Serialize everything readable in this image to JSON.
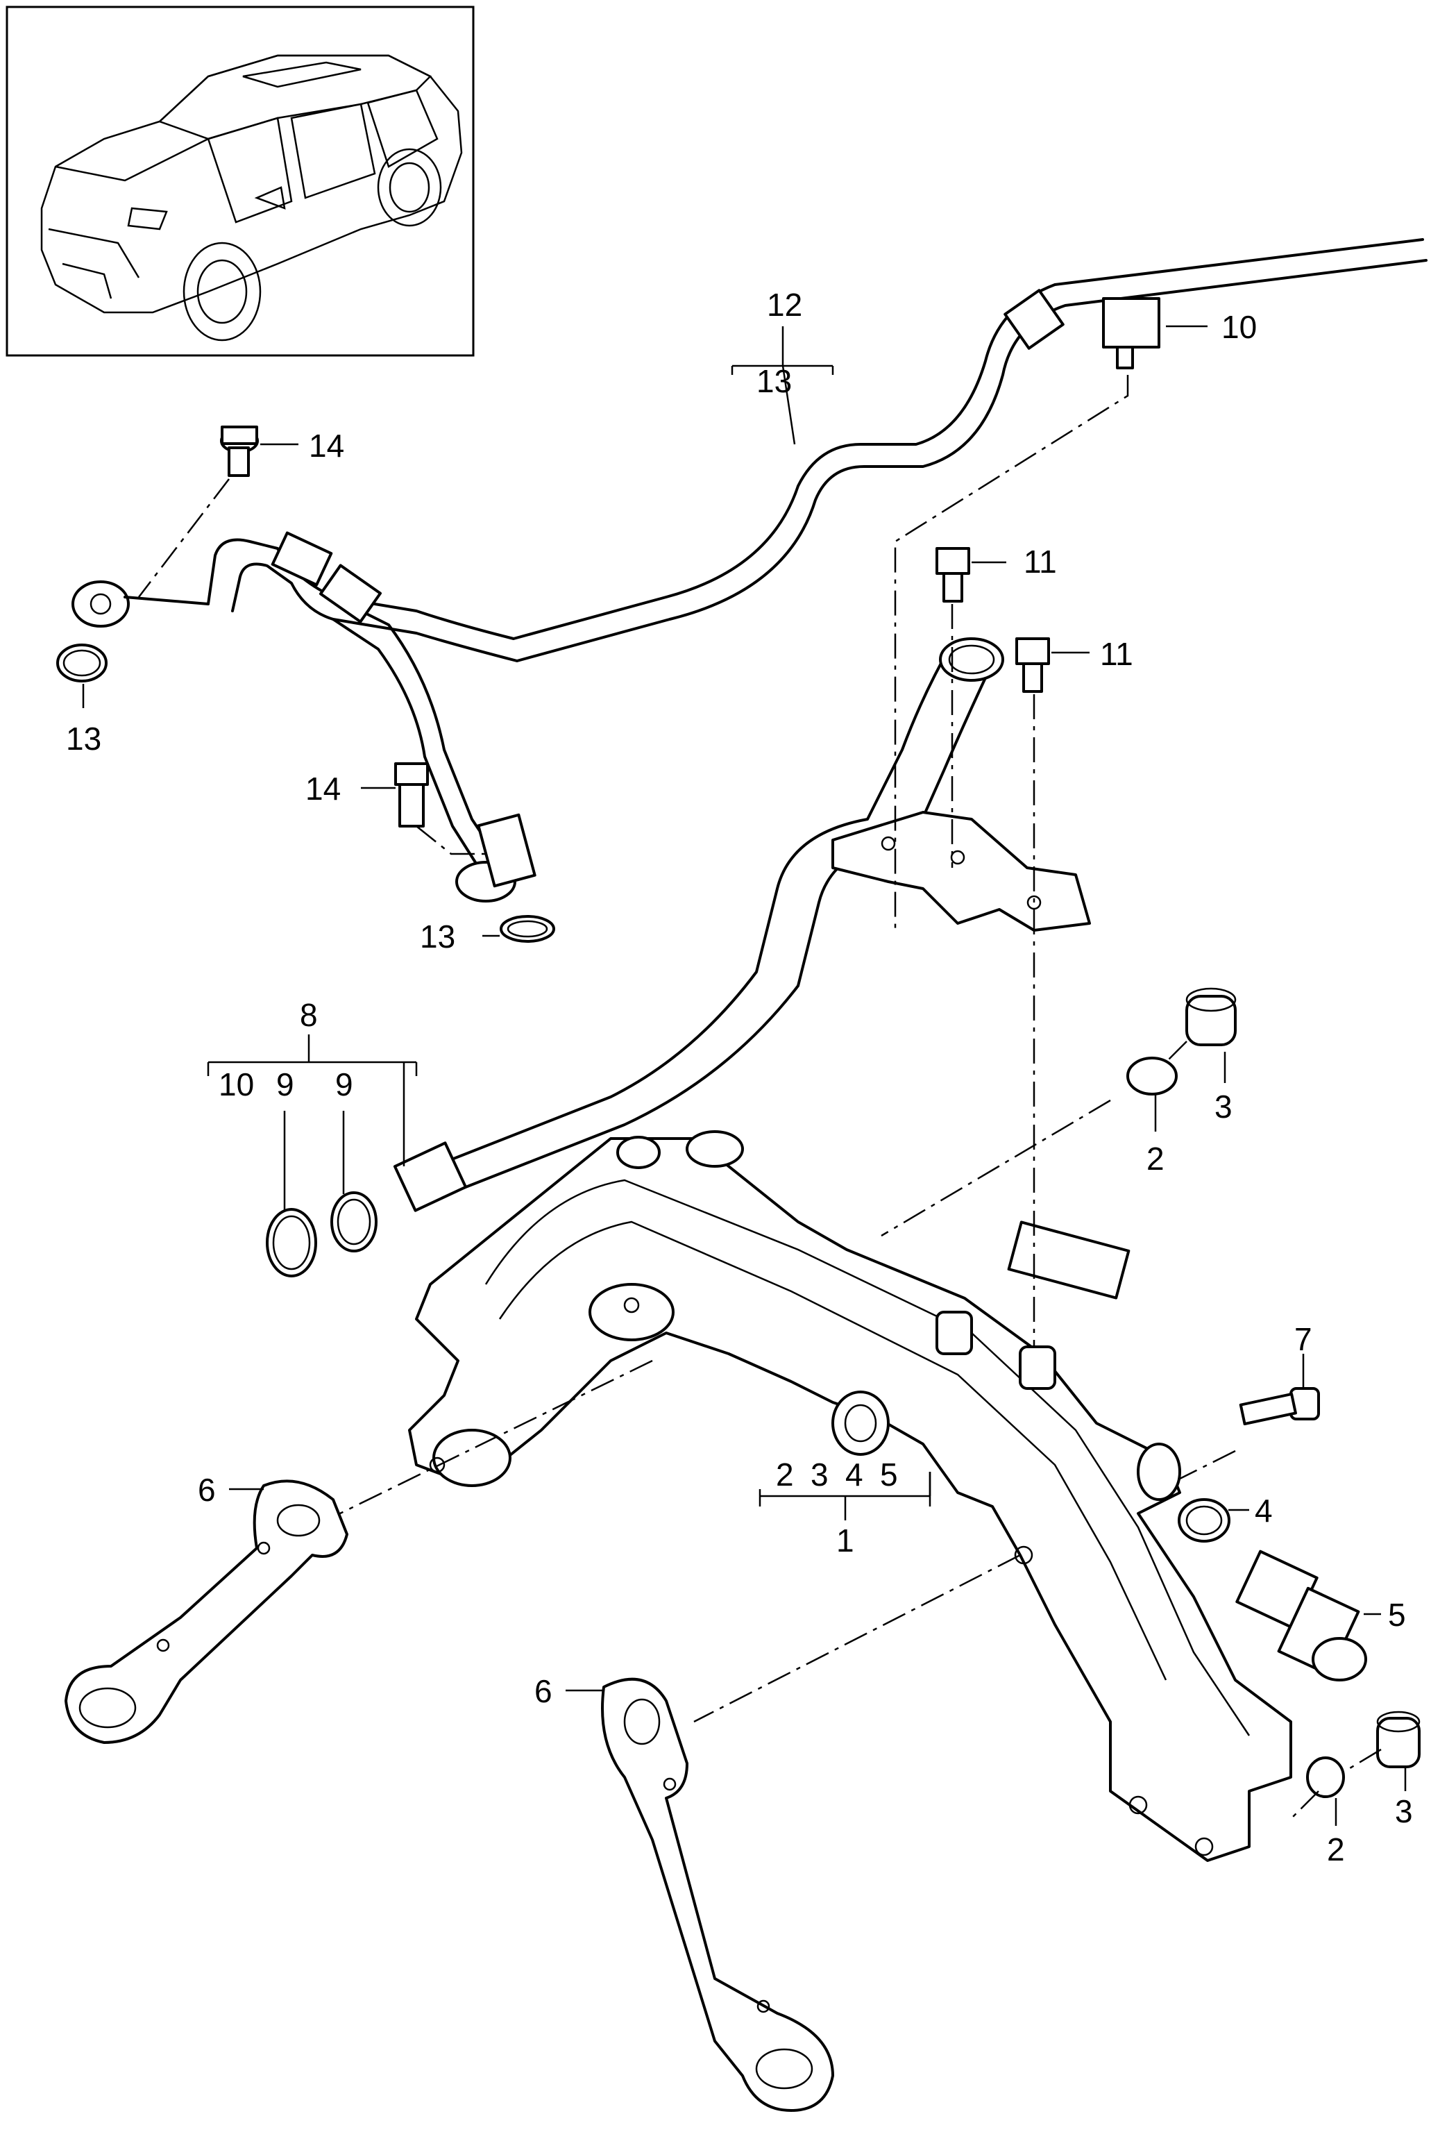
{
  "callouts": {
    "c1": "1",
    "c2a": "2",
    "c2b": "2",
    "c2c": "2",
    "c3a": "3",
    "c3b": "3",
    "c3c": "3",
    "c4a": "4",
    "c4b": "4",
    "c5a": "5",
    "c5b": "5",
    "c6a": "6",
    "c6b": "6",
    "c7": "7",
    "c8": "8",
    "c9a": "9",
    "c9b": "9",
    "c10a": "10",
    "c10b": "10",
    "c11a": "11",
    "c11b": "11",
    "c12": "12",
    "c13a": "13",
    "c13b": "13",
    "c13c": "13",
    "c14a": "14",
    "c14b": "14"
  }
}
